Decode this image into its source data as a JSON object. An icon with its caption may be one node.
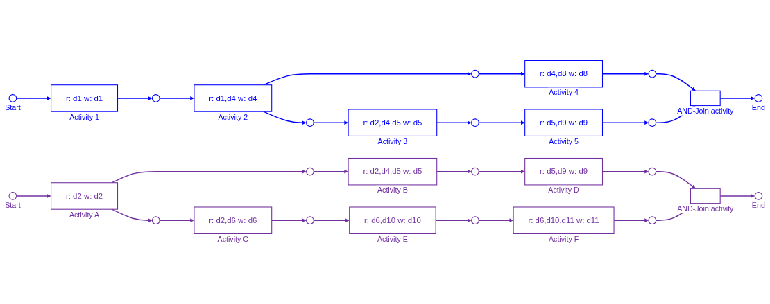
{
  "diagram": {
    "nodes": [
      {
        "text": [],
        "shape": "circle",
        "beside": [
          "Start"
        ]
      },
      {
        "text": [
          "r: d1 w: d1"
        ],
        "beside": [
          "Activity 1"
        ]
      },
      {
        "text": [],
        "shape": "circle"
      },
      {
        "text": [
          "r: d1,d4 w: d4"
        ],
        "beside": [
          "Activity 2"
        ]
      },
      {
        "text": [],
        "shape": "circle"
      },
      {
        "text": [],
        "shape": "circle"
      },
      {
        "text": [
          "r: d4,d8 w: d8"
        ],
        "beside": [
          "Activity 4"
        ]
      },
      {
        "text": [
          "r: d2,d4,d5 w: d5"
        ],
        "beside": [
          "Activity 3"
        ]
      },
      {
        "text": [],
        "shape": "circle"
      },
      {
        "text": [
          "r: d5,d9 w: d9"
        ],
        "beside": [
          "Activity 5"
        ]
      },
      {
        "text": [],
        "shape": "circle"
      },
      {
        "text": [],
        "shape": "circle"
      },
      {
        "text": [],
        "shape": "box",
        "beside": [
          "AND-Join activity"
        ]
      },
      {
        "text": [],
        "shape": "circle",
        "beside": [
          "End"
        ]
      },
      {
        "text": [],
        "shape": "circle",
        "beside": [
          "Start"
        ]
      },
      {
        "text": [
          "r: d2 w: d2"
        ],
        "beside": [
          "Activity A"
        ]
      },
      {
        "text": [],
        "shape": "circle"
      },
      {
        "text": [],
        "shape": "circle"
      },
      {
        "text": [
          "r: d2,d4,d5 w: d5"
        ],
        "beside": [
          "Activity B"
        ]
      },
      {
        "text": [
          "r: d2,d6 w: d6"
        ],
        "beside": [
          "Activity C"
        ]
      },
      {
        "text": [],
        "shape": "circle"
      },
      {
        "text": [],
        "shape": "circle"
      },
      {
        "text": [
          "r: d5,d9 w: d9"
        ],
        "beside": [
          "Activity D"
        ]
      },
      {
        "text": [
          "r: d6,d10 w: d10"
        ],
        "beside": [
          "Activity E"
        ]
      },
      {
        "text": [],
        "shape": "circle"
      },
      {
        "text": [],
        "shape": "circle"
      },
      {
        "text": [
          "r: d6,d10,d11 w: d11"
        ],
        "beside": [
          "Activity F"
        ]
      },
      {
        "text": [],
        "shape": "circle"
      },
      {
        "text": [],
        "shape": "box",
        "beside": [
          "AND-Join activity"
        ]
      },
      {
        "text": [],
        "shape": "circle",
        "beside": [
          "End"
        ]
      }
    ],
    "edges": [
      {
        "from": 0,
        "to": 1,
        "arrow": "to",
        "color": "#0000ff"
      },
      {
        "from": 1,
        "to": 2,
        "arrow": "to",
        "color": "#0000ff"
      },
      {
        "from": 2,
        "to": 3,
        "arrow": "to",
        "color": "#0000ff"
      },
      {
        "from": 3,
        "to": 4,
        "arrow": "to",
        "color": "#0000ff"
      },
      {
        "from": 3,
        "to": 5,
        "arrow": "to",
        "color": "#0000ff"
      },
      {
        "from": 4,
        "to": 6,
        "arrow": "to",
        "color": "#0000ff"
      },
      {
        "from": 5,
        "to": 7,
        "arrow": "to",
        "color": "#0000ff"
      },
      {
        "from": 6,
        "to": 10,
        "arrow": "to",
        "color": "#0000ff"
      },
      {
        "from": 7,
        "to": 8,
        "arrow": "to",
        "color": "#0000ff"
      },
      {
        "from": 8,
        "to": 9,
        "arrow": "to",
        "color": "#0000ff"
      },
      {
        "from": 9,
        "to": 11,
        "arrow": "to",
        "color": "#0000ff"
      },
      {
        "from": 10,
        "to": 12,
        "arrow": "to",
        "color": "#0000ff"
      },
      {
        "from": 11,
        "to": 12,
        "arrow": "to",
        "color": "#0000ff"
      },
      {
        "from": 12,
        "to": 13,
        "arrow": "to",
        "color": "#0000ff"
      },
      {
        "from": 14,
        "to": 15,
        "arrow": "to",
        "color": "#7030a0"
      },
      {
        "from": 15,
        "to": 16,
        "arrow": "to",
        "color": "#7030a0"
      },
      {
        "from": 15,
        "to": 17,
        "arrow": "to",
        "color": "#7030a0"
      },
      {
        "from": 16,
        "to": 18,
        "arrow": "to",
        "color": "#7030a0"
      },
      {
        "from": 17,
        "to": 19,
        "arrow": "to",
        "color": "#7030a0"
      },
      {
        "from": 18,
        "to": 20,
        "arrow": "to",
        "color": "#7030a0"
      },
      {
        "from": 19,
        "to": 21,
        "arrow": "to",
        "color": "#7030a0"
      },
      {
        "from": 20,
        "to": 22,
        "arrow": "to",
        "color": "#7030a0"
      },
      {
        "from": 21,
        "to": 23,
        "arrow": "to",
        "color": "#7030a0"
      },
      {
        "from": 22,
        "to": 24,
        "arrow": "to",
        "color": "#7030a0"
      },
      {
        "from": 23,
        "to": 25,
        "arrow": "to",
        "color": "#7030a0"
      },
      {
        "from": 25,
        "to": 26,
        "arrow": "to",
        "color": "#7030a0"
      },
      {
        "from": 24,
        "to": 28,
        "arrow": "to",
        "color": "#7030a0"
      },
      {
        "from": 26,
        "to": 27,
        "arrow": "to",
        "color": "#7030a0"
      },
      {
        "from": 27,
        "to": 28,
        "arrow": "to",
        "color": "#7030a0"
      },
      {
        "from": 28,
        "to": 29,
        "arrow": "to",
        "color": "#7030a0"
      }
    ]
  }
}
